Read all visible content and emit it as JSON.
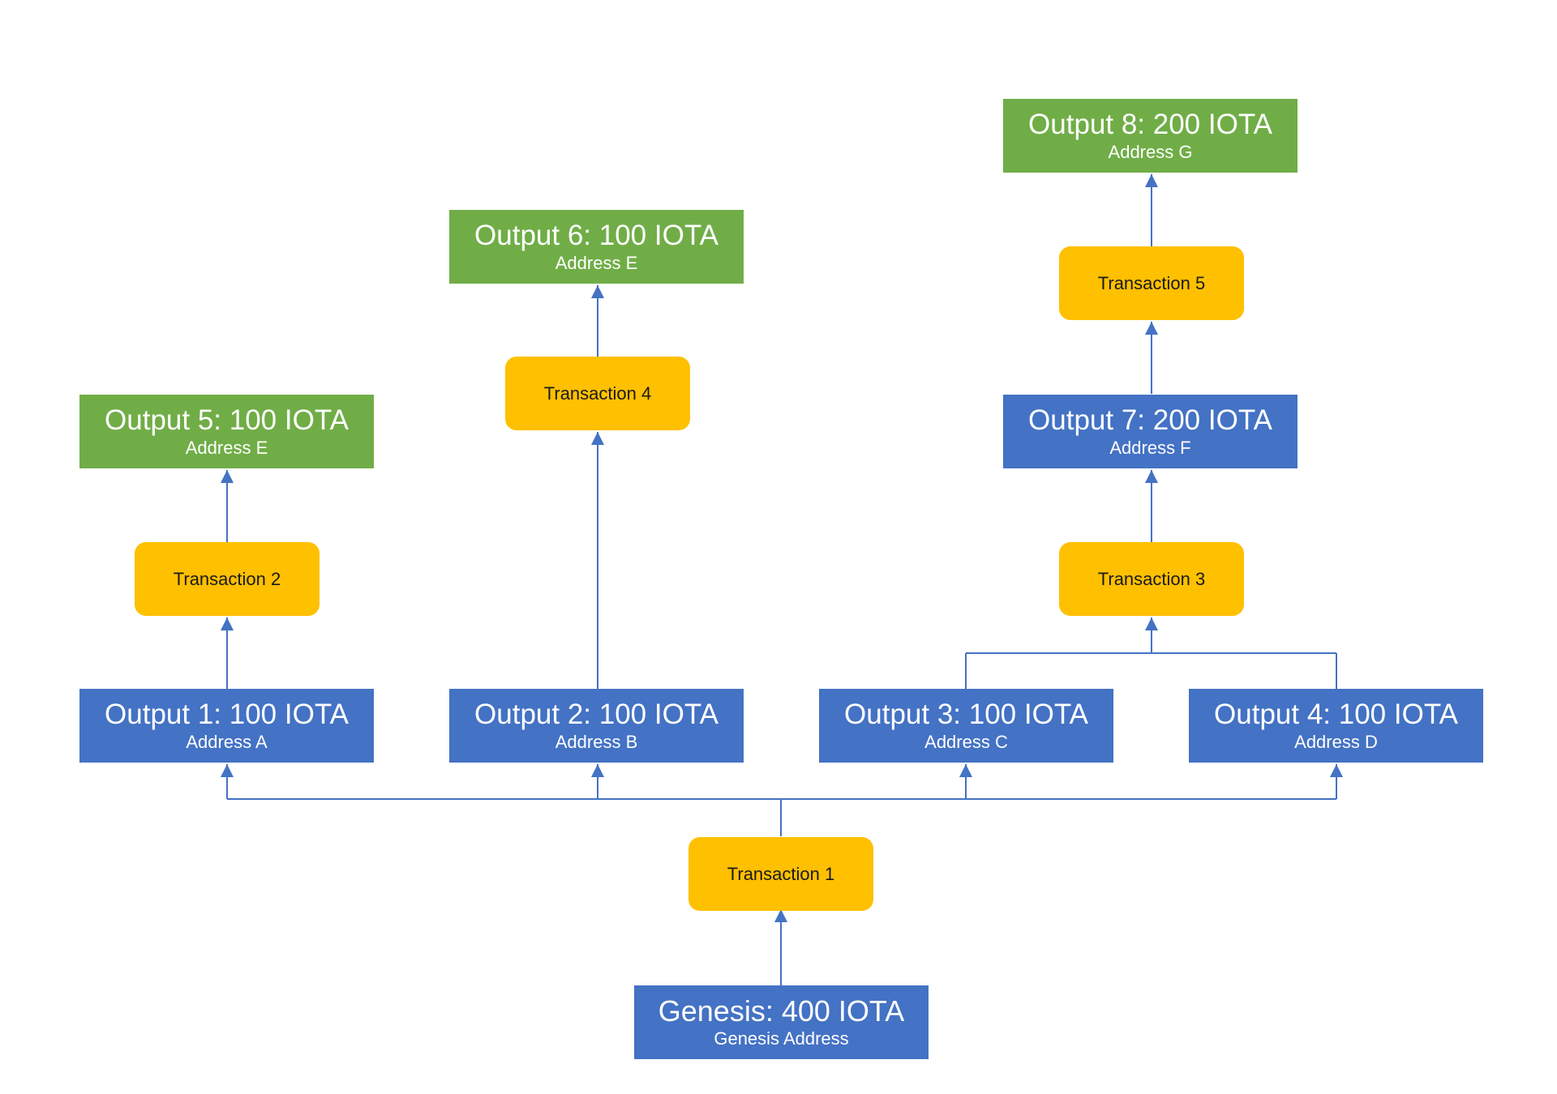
{
  "colors": {
    "output_blue": "#4472c4",
    "output_green": "#70ad47",
    "transaction_yellow": "#ffc000",
    "connector": "#4472c4"
  },
  "genesis": {
    "amount": "Genesis: 400 IOTA",
    "address": "Genesis Address"
  },
  "transactions": {
    "t1": "Transaction 1",
    "t2": "Transaction 2",
    "t3": "Transaction 3",
    "t4": "Transaction 4",
    "t5": "Transaction 5"
  },
  "outputs": {
    "o1": {
      "amount": "Output 1: 100 IOTA",
      "address": "Address A"
    },
    "o2": {
      "amount": "Output 2: 100 IOTA",
      "address": "Address B"
    },
    "o3": {
      "amount": "Output 3: 100 IOTA",
      "address": "Address C"
    },
    "o4": {
      "amount": "Output 4: 100 IOTA",
      "address": "Address D"
    },
    "o5": {
      "amount": "Output 5: 100 IOTA",
      "address": "Address E"
    },
    "o6": {
      "amount": "Output 6: 100 IOTA",
      "address": "Address E"
    },
    "o7": {
      "amount": "Output 7: 200 IOTA",
      "address": "Address F"
    },
    "o8": {
      "amount": "Output 8: 200 IOTA",
      "address": "Address G"
    }
  }
}
